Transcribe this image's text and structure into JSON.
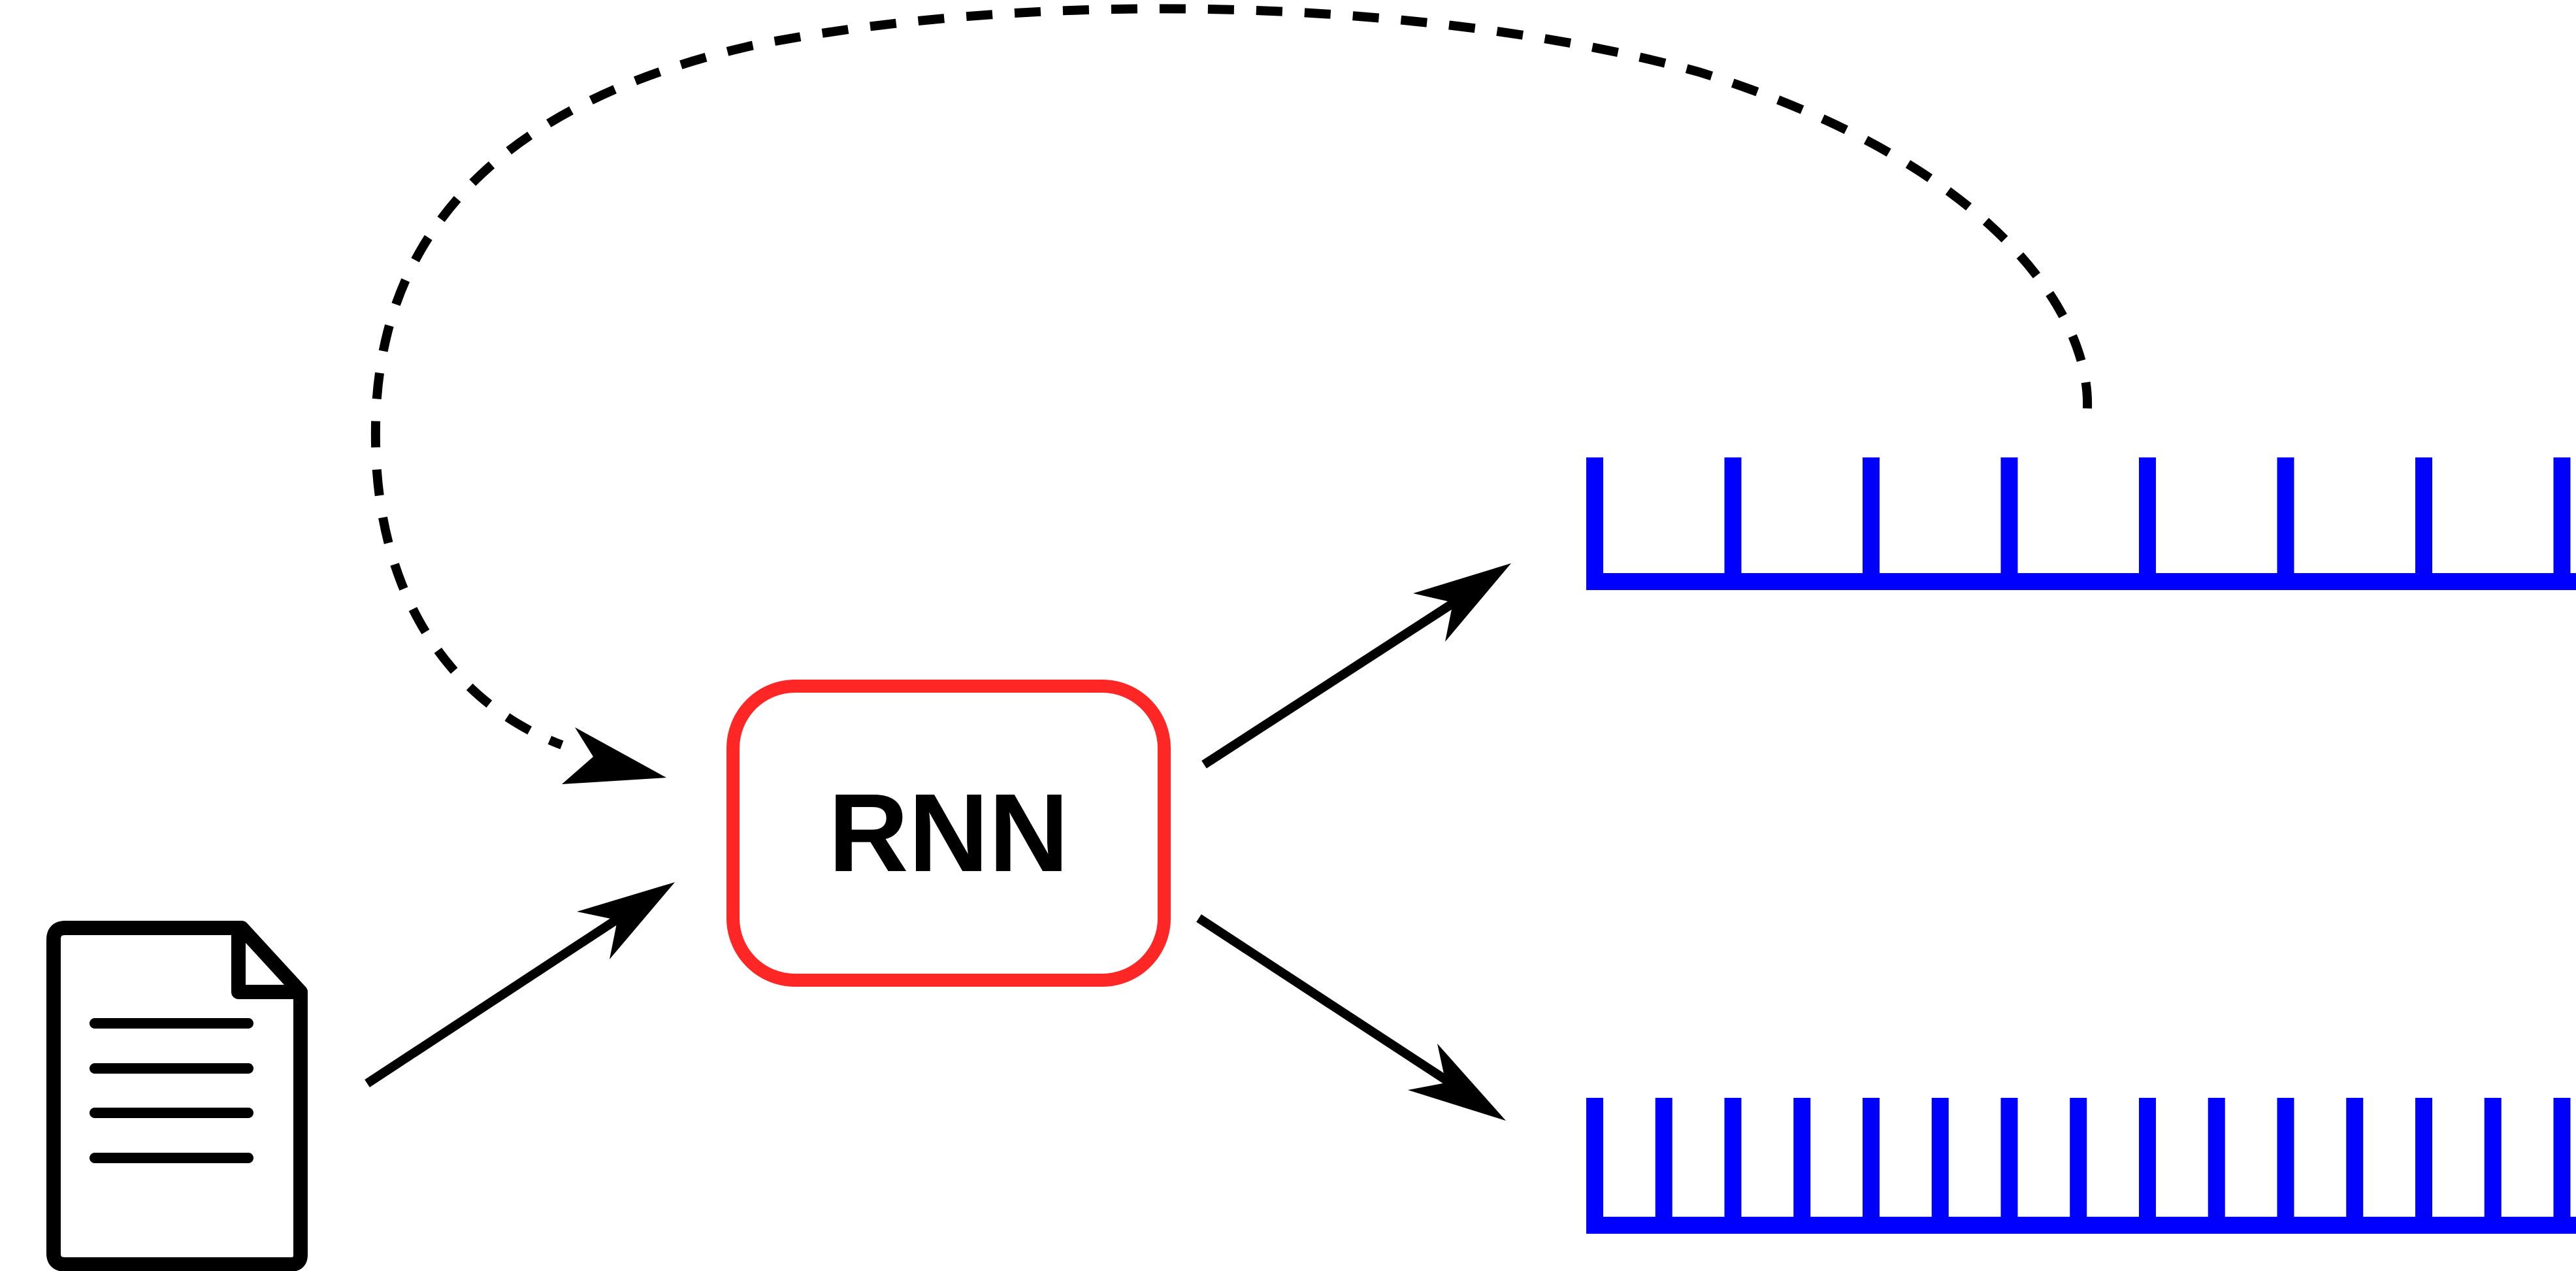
{
  "rnn_node": {
    "label": "RNN",
    "border_color": "#ff2626"
  },
  "input": {
    "icon": "document-icon"
  },
  "outputs": {
    "top_sequence": {
      "slots": 7
    },
    "bottom_sequence": {
      "slots": 14
    }
  },
  "colors": {
    "arrows": "#000000",
    "sequence": "#0000ff"
  }
}
